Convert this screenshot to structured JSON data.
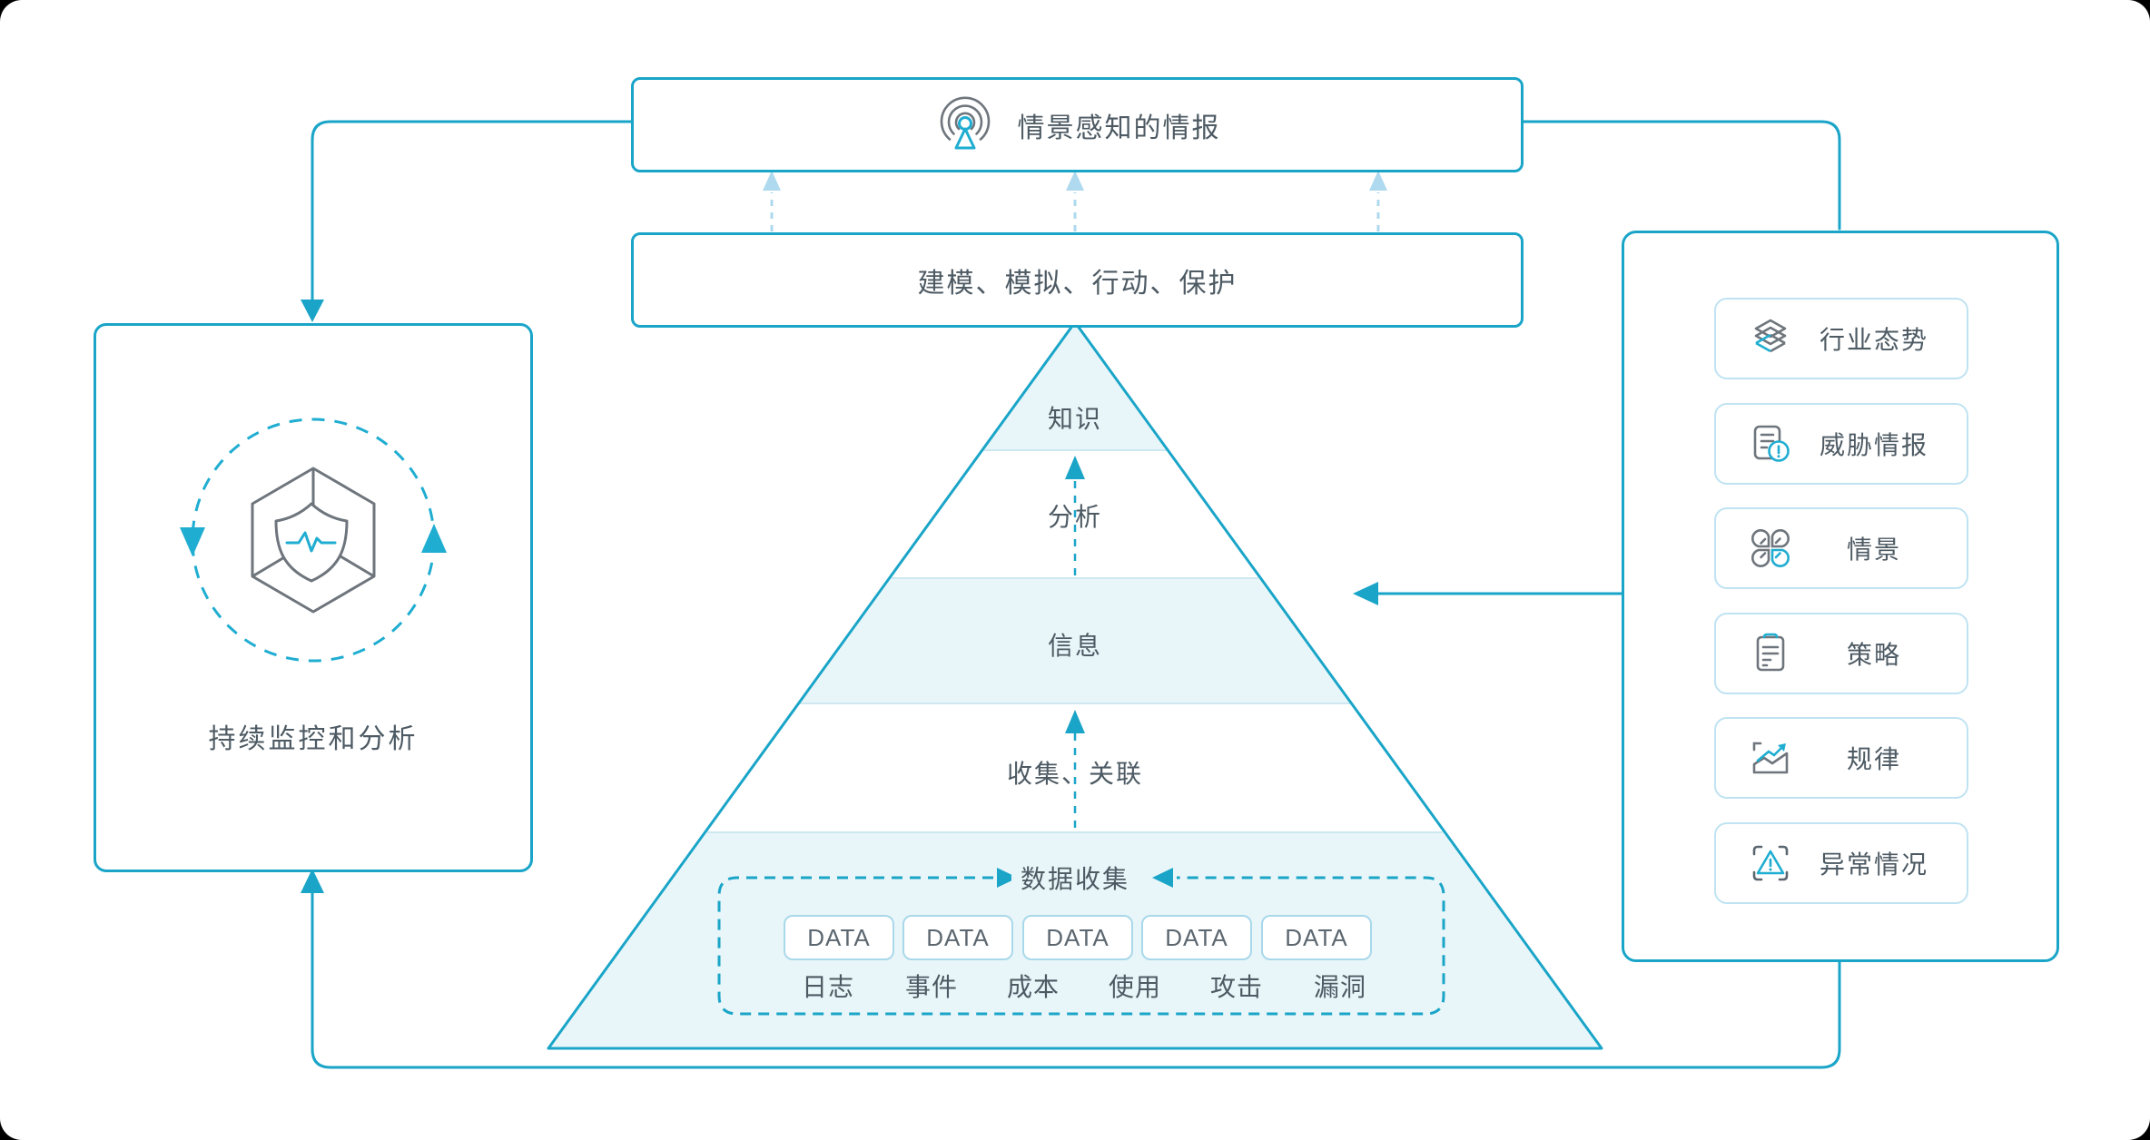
{
  "palette": {
    "primary_line": "#1aa5c8",
    "accent_cyan": "#1fadd1",
    "light_arrow": "#aed9ee",
    "band_fill": "#e9f6f9",
    "band_divider": "#cde8f1",
    "card_border": "#bfe3f2",
    "data_box_border": "#a9d8ea",
    "text_dark": "#4d5a63",
    "text_gray": "#5c6770",
    "icon_gray": "#6e757c"
  },
  "top_box": {
    "label": "情景感知的情报",
    "icon": "broadcast-icon"
  },
  "model_box": {
    "label": "建模、模拟、行动、保护"
  },
  "left_box": {
    "label": "持续监控和分析",
    "icon": "shield-cube-cycle-icon"
  },
  "pyramid": {
    "levels": [
      {
        "label": "知识"
      },
      {
        "label": "分析"
      },
      {
        "label": "信息"
      },
      {
        "label": "收集、关联"
      },
      {
        "label": "数据收集"
      }
    ]
  },
  "data_section": {
    "box_label": "DATA",
    "sources": [
      "日志",
      "事件",
      "成本",
      "使用",
      "攻击",
      "漏洞"
    ]
  },
  "right_panel": {
    "items": [
      {
        "label": "行业态势",
        "icon": "industry-trend-icon"
      },
      {
        "label": "威胁情报",
        "icon": "threat-intel-icon"
      },
      {
        "label": "情景",
        "icon": "scenario-icon"
      },
      {
        "label": "策略",
        "icon": "strategy-icon"
      },
      {
        "label": "规律",
        "icon": "pattern-icon"
      },
      {
        "label": "异常情况",
        "icon": "anomaly-icon"
      }
    ]
  }
}
